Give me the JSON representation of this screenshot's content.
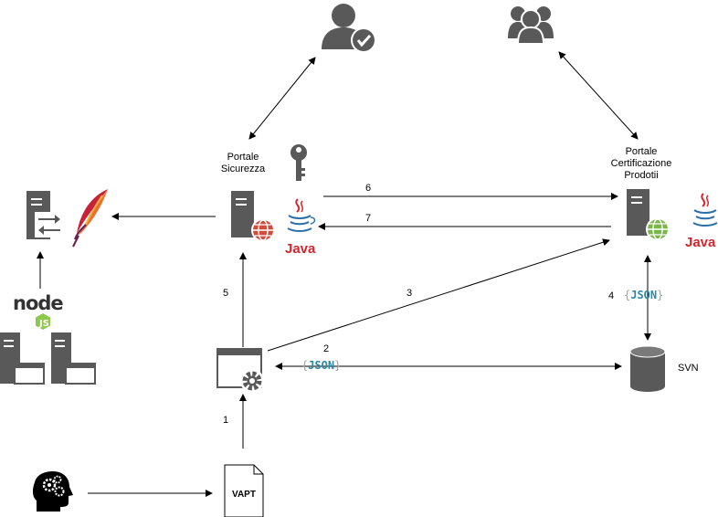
{
  "nodes": {
    "portale_sicurezza": "Portale\nSicurezza",
    "portale_certificazione": "Portale\nCertificazione\nProdotii",
    "svn": "SVN",
    "vapt": "VAPT",
    "node_logo": "node"
  },
  "edges": {
    "e1": "1",
    "e2": "2",
    "e3": "3",
    "e4": "4",
    "e5": "5",
    "e6": "6",
    "e7": "7"
  },
  "json_label": "JSON",
  "java_label": "Java",
  "colors": {
    "icon_dark": "#595959",
    "globe_red": "#d24a3a",
    "globe_green": "#7ab648",
    "java_red": "#d9232a",
    "json_teal": "#2f87a6",
    "apache_feather": "#c7223a"
  }
}
